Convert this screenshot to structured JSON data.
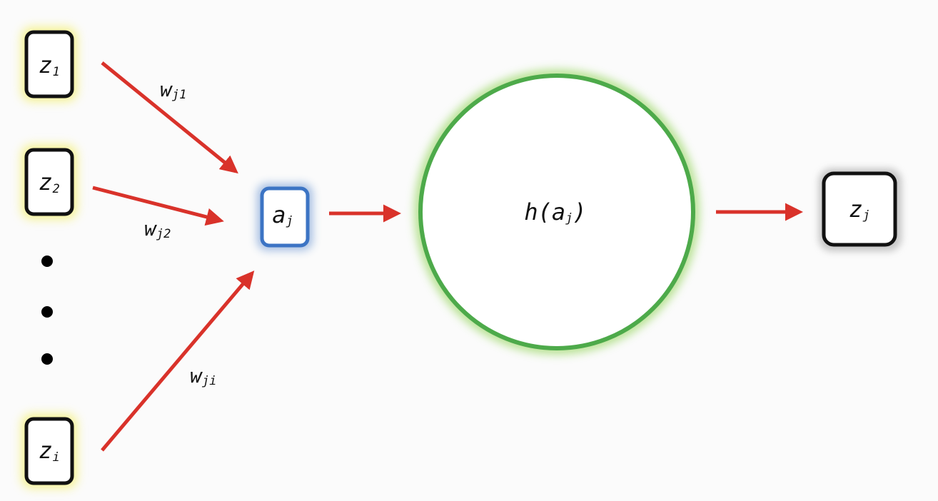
{
  "inputs": [
    {
      "base": "z",
      "sub": "1"
    },
    {
      "base": "z",
      "sub": "2"
    },
    {
      "base": "z",
      "sub": "i"
    }
  ],
  "weights": [
    {
      "base": "w",
      "sub": "j1"
    },
    {
      "base": "w",
      "sub": "j2"
    },
    {
      "base": "w",
      "sub": "ji"
    }
  ],
  "sum_node": {
    "base": "a",
    "sub": "j"
  },
  "activation": {
    "prefix": "h(",
    "base": "a",
    "sub": "j",
    "suffix": ")"
  },
  "output": {
    "base": "z",
    "sub": "j"
  },
  "colors": {
    "arrow": "#d9322a",
    "input_glow": "#f3ef6a",
    "sum_border": "#3c74c4",
    "circle": "#4daa4a",
    "circle_glow": "#b2e08a",
    "box_border": "#111111"
  }
}
